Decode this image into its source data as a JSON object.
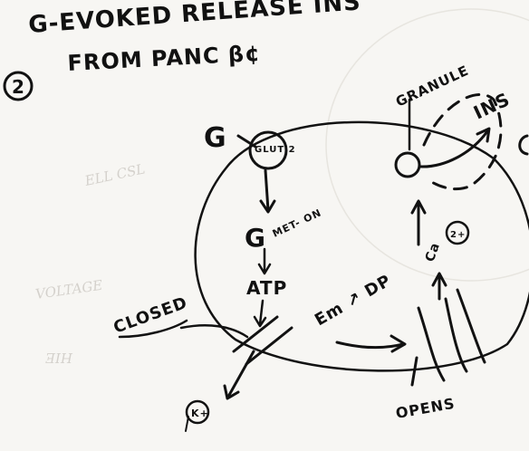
{
  "title_line1": "G-EVOKED RELEASE INS",
  "title_line2": "FROM PANC β¢",
  "section_number": "2",
  "labels": {
    "glucose_in": "G",
    "glut": "GLUT 2",
    "glucose_cell": "G",
    "metabolism": "MET- ON",
    "atp": "ATP",
    "closed": "CLOSED",
    "em_dp": "Em ↗ DP",
    "opens": "OPENS",
    "granule": "GRANULE",
    "ins": "INS",
    "k_out": "K+",
    "ca": "Ca",
    "ca_ion": "2+"
  },
  "bleed_through_text": [
    "ELL CSL",
    "VOLTAGE",
    "HIE"
  ]
}
